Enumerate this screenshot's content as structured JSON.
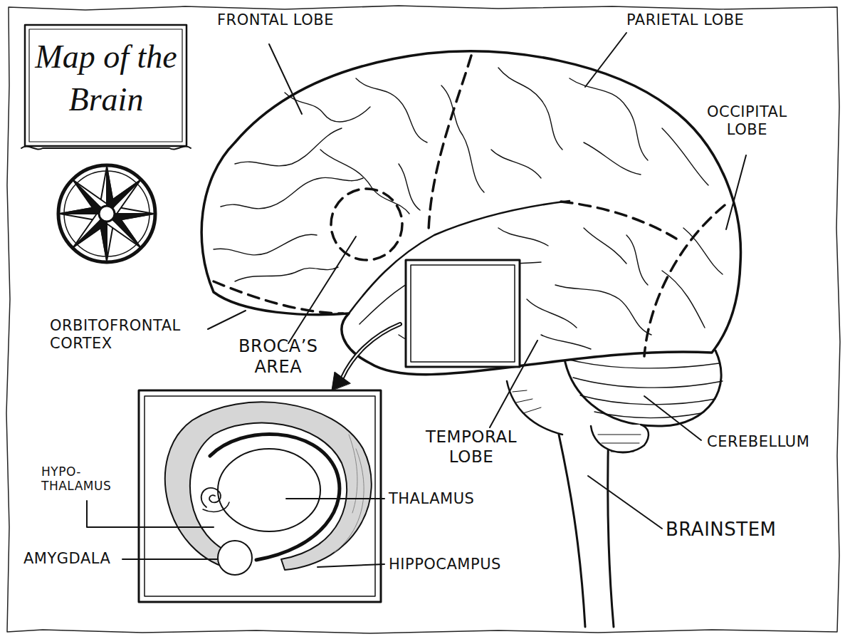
{
  "diagram": {
    "title": "Map of the Brain",
    "labels": [
      "FRONTAL LOBE",
      "PARIETAL LOBE",
      "OCCIPITAL LOBE",
      "ORBITOFRONTAL CORTEX",
      "BROCA’S AREA",
      "TEMPORAL LOBE",
      "CEREBELLUM",
      "BRAINSTEM",
      "HYPO- THALAMUS",
      "AMYGDALA",
      "THALAMUS",
      "HIPPOCAMPUS"
    ]
  }
}
